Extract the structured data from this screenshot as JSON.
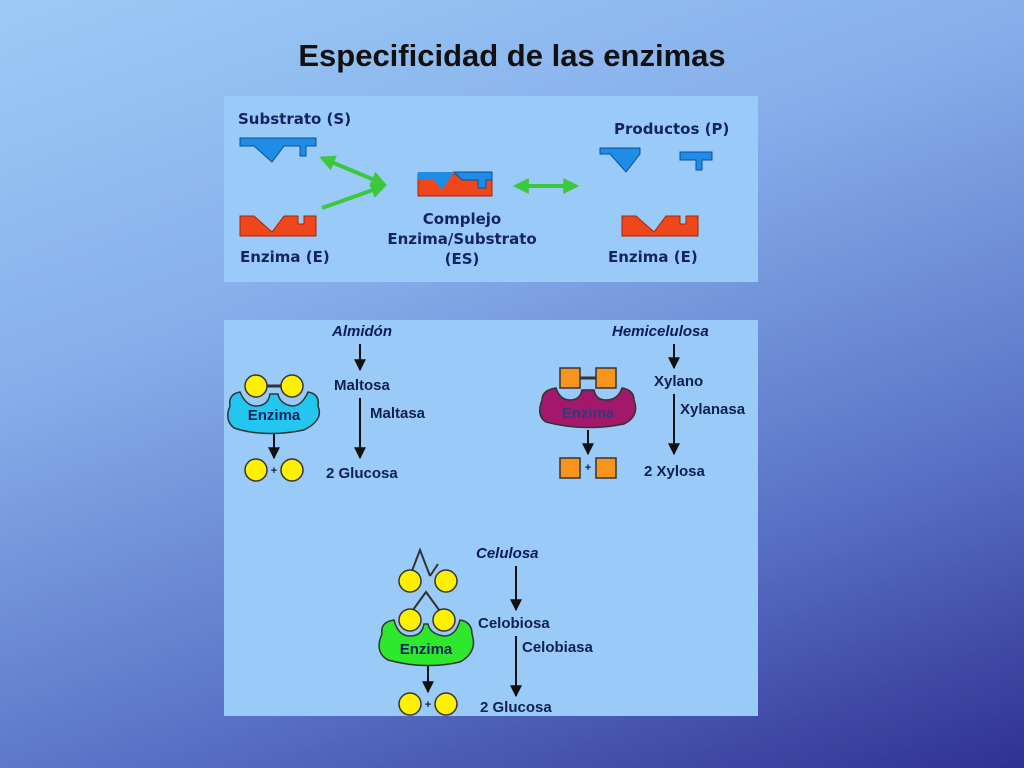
{
  "title": "Especificidad de las enzimas",
  "top": {
    "substrate": "Substrato (S)",
    "products": "Productos (P)",
    "enzyme_left": "Enzima (E)",
    "complex": [
      "Complejo",
      "Enzima/Substrato",
      "(ES)"
    ],
    "enzyme_right": "Enzima (E)"
  },
  "bottom": {
    "almidon": {
      "substrate": "Almidón",
      "intermediate": "Maltosa",
      "enzyme_name": "Maltasa",
      "enzyme_label": "Enzima",
      "product": "2 Glucosa",
      "plus": "+"
    },
    "hemicelulosa": {
      "substrate": "Hemicelulosa",
      "intermediate": "Xylano",
      "enzyme_name": "Xylanasa",
      "enzyme_label": "Enzima",
      "product": "2 Xylosa",
      "plus": "+"
    },
    "celulosa": {
      "substrate": "Celulosa",
      "intermediate": "Celobiosa",
      "enzyme_name": "Celobiasa",
      "enzyme_label": "Enzima",
      "product": "2 Glucosa",
      "plus": "+"
    }
  },
  "colors": {
    "substrate_blue": "#1f8ce6",
    "enzyme_red": "#f0461c",
    "arrow_green": "#3cc83c",
    "glucose_yellow": "#fff000",
    "xylose_orange": "#f7941d",
    "enzyme_cyan": "#22c6ef",
    "enzyme_purple": "#a3186b",
    "enzyme_green": "#2ee82e"
  }
}
